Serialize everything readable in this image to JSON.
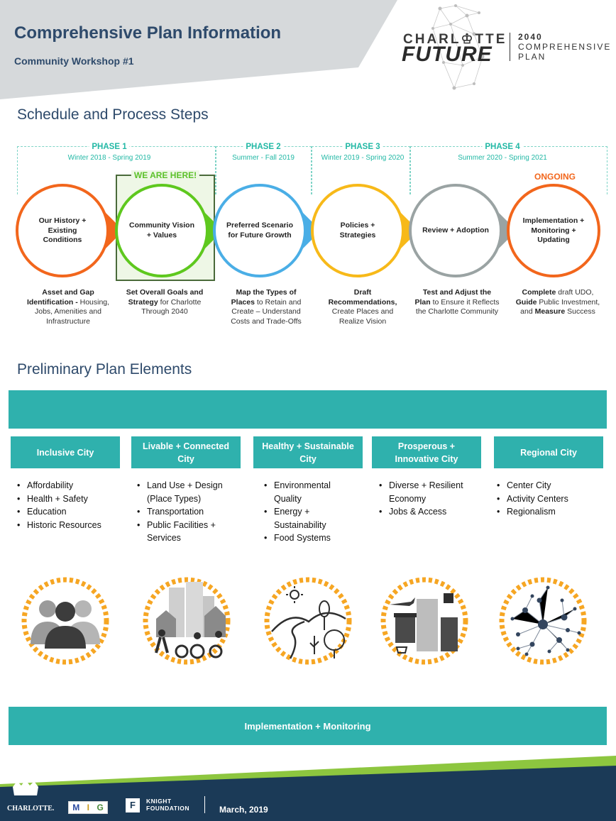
{
  "header": {
    "title": "Comprehensive Plan Information",
    "subtitle": "Community Workshop #1",
    "logo": {
      "city": "CHARL♔TTE",
      "future": "FUTURE",
      "year": "2040",
      "line1": "COMPREHENSIVE",
      "line2": "PLAN"
    }
  },
  "schedule": {
    "heading": "Schedule and Process Steps",
    "phases": [
      {
        "name": "PHASE 1",
        "dates": "Winter 2018 - Spring 2019"
      },
      {
        "name": "PHASE 2",
        "dates": "Summer - Fall 2019"
      },
      {
        "name": "PHASE 3",
        "dates": "Winter 2019 - Spring 2020"
      },
      {
        "name": "PHASE 4",
        "dates": "Summer 2020 - Spring 2021"
      }
    ],
    "here_label": "WE ARE HERE!",
    "ongoing_label": "ONGOING",
    "steps": [
      {
        "label": "Our History + Existing Conditions",
        "desc_bold": "Asset and Gap Identification -",
        "desc_rest": " Housing, Jobs, Amenities and Infrastructure",
        "color": "#f2661c"
      },
      {
        "label": "Community Vision + Values",
        "desc_bold": "Set Overall Goals and Strategy",
        "desc_rest": " for Charlotte Through 2040",
        "color": "#5ec81e"
      },
      {
        "label": "Preferred Scenario for Future Growth",
        "desc_bold": "Map the Types of Places",
        "desc_rest": " to Retain and Create – Understand Costs and Trade-Offs",
        "color": "#4aaee6"
      },
      {
        "label": "Policies + Strategies",
        "desc_bold": "Draft Recommendations,",
        "desc_rest": " Create Places and Realize Vision",
        "color": "#f7b919"
      },
      {
        "label": "Review + Adoption",
        "desc_bold": "Test and Adjust the Plan",
        "desc_rest": " to Ensure it Reflects the Charlotte Community",
        "color": "#9aa3a3"
      },
      {
        "label": "Implementation + Monitoring + Updating",
        "desc_html_parts": [
          "Complete",
          " draft UDO, ",
          "Guide",
          " Public Investment, and ",
          "Measure",
          " Success"
        ],
        "color": "#f2661c"
      }
    ]
  },
  "plan": {
    "heading": "Preliminary Plan Elements",
    "top_bar": "",
    "categories": [
      {
        "title": "Inclusive City",
        "bullets": [
          "Affordability",
          "Health + Safety",
          "Education",
          "Historic Resources"
        ]
      },
      {
        "title": "Livable + Connected City",
        "bullets": [
          "Land Use + Design (Place Types)",
          "Transportation",
          "Public Facilities + Services"
        ]
      },
      {
        "title": "Healthy + Sustainable City",
        "bullets": [
          "Environmental Quality",
          "Energy + Sustainability",
          "Food Systems"
        ]
      },
      {
        "title": "Prosperous + Innovative City",
        "bullets": [
          "Diverse + Resilient Economy",
          "Jobs & Access"
        ]
      },
      {
        "title": "Regional City",
        "bullets": [
          "Center City",
          "Activity Centers",
          "Regionalism"
        ]
      }
    ],
    "icons": [
      "people-icon",
      "city-mobility-icon",
      "landscape-icon",
      "economy-icon",
      "network-icon"
    ],
    "bottom_bar": "Implementation + Monitoring"
  },
  "footer": {
    "city": "CHARLOTTE.",
    "mig": [
      "M",
      "I",
      "G"
    ],
    "knight_line1": "KNIGHT",
    "knight_line2": "FOUNDATION",
    "knight_mark": "F",
    "date": "March, 2019"
  },
  "colors": {
    "navy": "#2e4a6b",
    "teal": "#2fb1ad",
    "orange": "#f2661c",
    "green": "#5ec81e",
    "blue": "#4aaee6",
    "yellow": "#f7b919",
    "gray": "#9aa3a3",
    "footer_green": "#8dc63f",
    "footer_navy": "#1b3a57"
  }
}
